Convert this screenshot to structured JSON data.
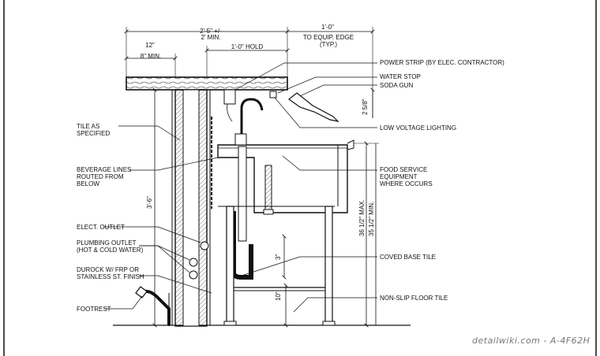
{
  "dimensions": {
    "overall_top": "2'-5\" +/-",
    "overall_min": "2' MIN.",
    "equip_edge_top": "1'-0\"",
    "equip_edge_bottom": "TO EQUIP. EDGE\n(TYP.)",
    "overhang_top": "12\"",
    "overhang_min": "8\" MIN.",
    "hold": "1'-0\" HOLD",
    "counter_height": "3'-6\"",
    "small_gap": "2 5/8\"",
    "max_height": "36 1/2\" MAX.",
    "min_height": "35 1/2\" MIN.",
    "cove_height": "3\"",
    "footrest_height": "10\""
  },
  "left_labels": {
    "tile": "TILE AS\nSPECIFIED",
    "beverage_lines": "BEVERAGE LINES\nROUTED FROM\nBELOW",
    "elect_outlet": "ELECT. OUTLET",
    "plumbing_outlet": "PLUMBING OUTLET\n(HOT & COLD WATER)",
    "durock": "DUROCK W/ FRP OR\nSTAINLESS ST. FINISH",
    "footrest": "FOOTREST"
  },
  "right_labels": {
    "power_strip": "POWER STRIP (BY ELEC. CONTRACTOR)",
    "water_stop": "WATER STOP",
    "soda_gun": "SODA GUN",
    "low_voltage": "LOW VOLTAGE LIGHTING",
    "food_service": "FOOD SERVICE\nEQUIPMENT\nWHERE OCCURS",
    "coved_base": "COVED BASE TILE",
    "non_slip": "NON-SLIP FLOOR TILE"
  },
  "watermark": "detailwiki.com - A-4F62H"
}
